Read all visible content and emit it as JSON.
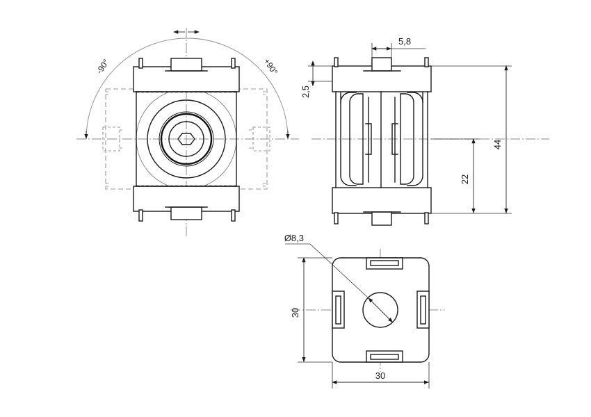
{
  "drawing": {
    "title": "Mechanical part orthographic drawing",
    "background_color": "#ffffff",
    "line_color": "#1a1a1a",
    "hidden_line_color": "#9a9a9a",
    "center_line_color": "#8d8d8d",
    "views": {
      "front": {
        "name": "front-view",
        "annotations": {
          "angle_ccw": "-90°",
          "angle_cw": "+90°"
        }
      },
      "side": {
        "name": "side-view",
        "dimensions": {
          "top_tab_width": "5,8",
          "flange_thickness": "2,5",
          "overall_height": "44",
          "center_height": "22"
        }
      },
      "bottom": {
        "name": "bottom-view",
        "dimensions": {
          "bore_diameter": "Ø8,3",
          "width": "30",
          "height": "30"
        }
      }
    }
  }
}
